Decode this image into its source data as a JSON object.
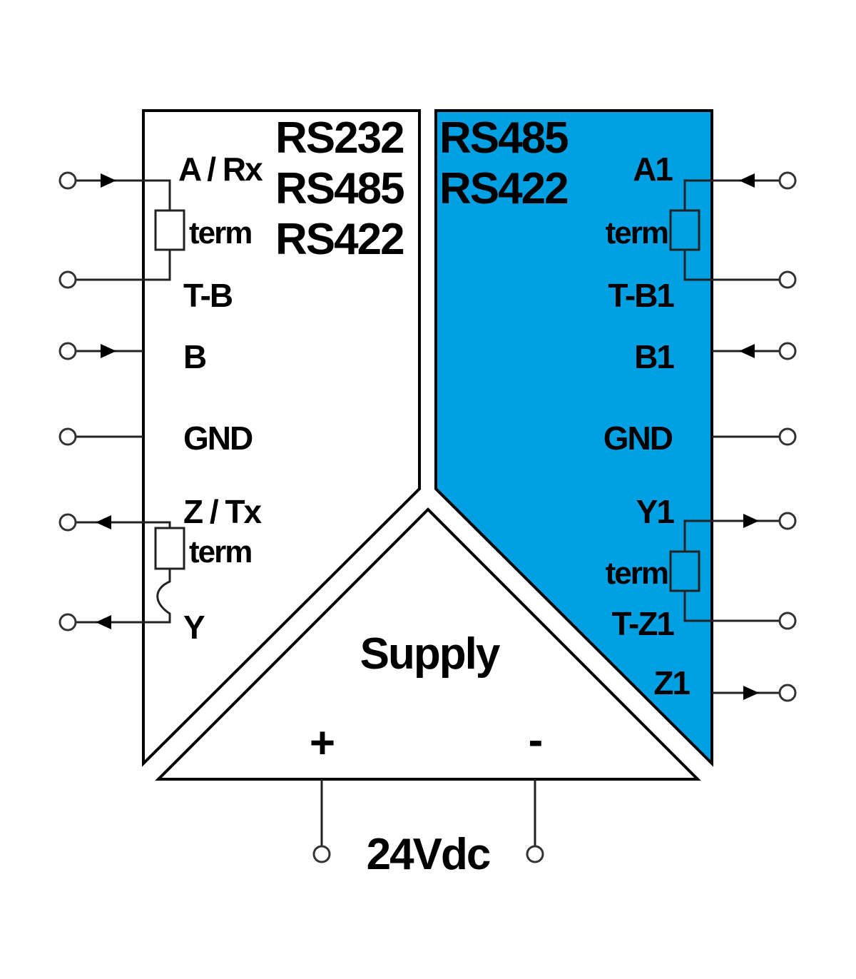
{
  "colors": {
    "isolated_side": "#00A0E3",
    "line": "#000000"
  },
  "left_block": {
    "protocols": [
      "RS232",
      "RS485",
      "RS422"
    ],
    "terminals": {
      "a_rx": "A / Rx",
      "term1": "term",
      "t_b": "T-B",
      "b": "B",
      "gnd": "GND",
      "z_tx": "Z / Tx",
      "term2": "term",
      "y": "Y"
    }
  },
  "right_block": {
    "protocols": [
      "RS485",
      "RS422"
    ],
    "terminals": {
      "a1": "A1",
      "term1": "term",
      "t_b1": "T-B1",
      "b1": "B1",
      "gnd": "GND",
      "y1": "Y1",
      "term2": "term",
      "t_z1": "T-Z1",
      "z1": "Z1"
    }
  },
  "supply": {
    "label": "Supply",
    "plus": "+",
    "minus": "-",
    "voltage": "24Vdc"
  }
}
